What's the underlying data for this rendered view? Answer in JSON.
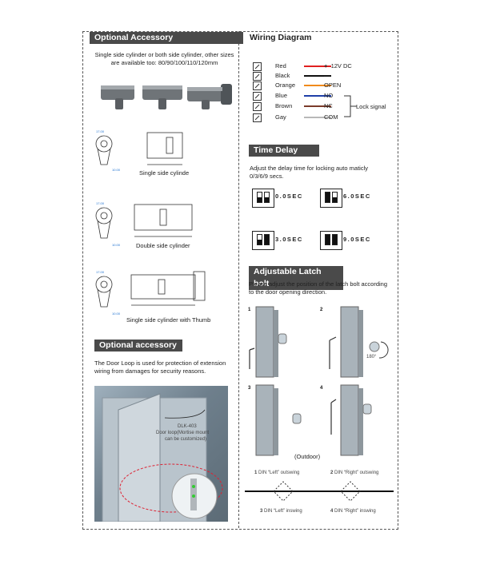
{
  "left": {
    "header": "Optional Accessory",
    "intro": "Single side cylinder or both side cylinder, other sizes are available too: 80/90/100/110/120mm",
    "captions": [
      "Single side cylinde",
      "Double side cylinder",
      "Single side cylinder with Thumb"
    ],
    "accessory_header": "Optional accessory",
    "accessory_text": "The Door Loop is used for protection of extension wiring from damages for security reasons.",
    "door_label_1": "DLK-403",
    "door_label_2": "Door loop(Mortise mount",
    "door_label_3": "can be customized)"
  },
  "wiring": {
    "header": "Wiring Diagram",
    "rows": [
      {
        "name": "Red",
        "signal": "12V DC",
        "color": "#e02020"
      },
      {
        "name": "Black",
        "signal": "",
        "color": "#111111"
      },
      {
        "name": "Orange",
        "signal": "OPEN",
        "color": "#f08a1c"
      },
      {
        "name": "Blue",
        "signal": "NO",
        "color": "#1f3fa8"
      },
      {
        "name": "Brown",
        "signal": "NC",
        "color": "#7a3b2a"
      },
      {
        "name": "Gay",
        "signal": "COM",
        "color": "#b8b8b8"
      }
    ],
    "plus": "+",
    "minus": "—",
    "lock_signal": "Lock signal"
  },
  "time_delay": {
    "header": "Time Delay",
    "text": "Adjust the delay time for locking auto maticly 0/3/6/9 secs.",
    "options": [
      "0.0SEC",
      "6.0SEC",
      "3.0SEC",
      "9.0SEC"
    ]
  },
  "latch": {
    "header": "Adjustable Latch bolt",
    "text": "Please adjust the position of the latch bolt according to the door opening direction.",
    "steps": [
      "1",
      "2",
      "3",
      "4"
    ],
    "angle": "180°",
    "outdoor": "(Outdoor)",
    "din_top_left": "DIN “Left” outswing",
    "din_top_right": "DIN “Right” outswing",
    "din_bottom_left": "DIN “Left” inswing",
    "din_bottom_right": "DIN “Right” inswing",
    "din_numbers": [
      "1",
      "2",
      "3",
      "4"
    ]
  },
  "colors": {
    "header_bg": "#4a4a4a",
    "door_blue": "#7f8f9b"
  }
}
